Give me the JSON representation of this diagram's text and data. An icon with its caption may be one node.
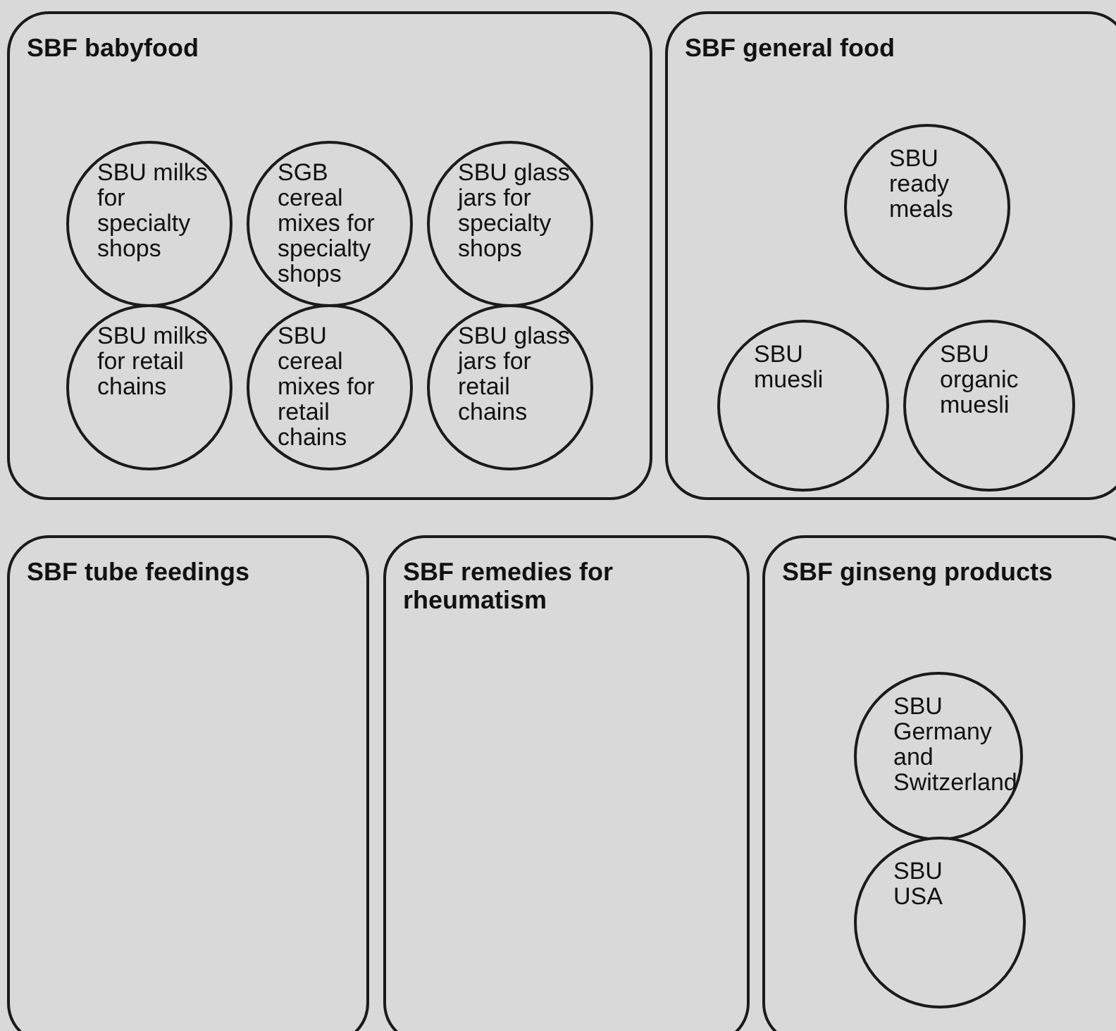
{
  "diagram": {
    "nodes": [
      {
        "text": [
          "SBF babyfood"
        ]
      },
      {
        "text": [
          "SBU milks for specialty shops"
        ],
        "in": 0
      },
      {
        "text": [
          "SGB cereal mixes for specialty shops"
        ],
        "in": 0
      },
      {
        "text": [
          "SBU glass jars for specialty shops"
        ],
        "in": 0
      },
      {
        "text": [
          "SBU milks for retail chains"
        ],
        "in": 0
      },
      {
        "text": [
          "SBU cereal mixes for retail chains"
        ],
        "in": 0
      },
      {
        "text": [
          "SBU glass jars for retail chains"
        ],
        "in": 0
      },
      {
        "text": [
          "SBF general food"
        ]
      },
      {
        "text": [
          "SBU ready meals"
        ],
        "in": 7
      },
      {
        "text": [
          "SBU muesli"
        ],
        "in": 7
      },
      {
        "text": [
          "SBU organic muesli"
        ],
        "in": 7
      },
      {
        "text": [
          "SBF tube feedings"
        ]
      },
      {
        "text": [
          "SBF remedies for rheumatism"
        ]
      },
      {
        "text": [
          "SBF ginseng products"
        ]
      },
      {
        "text": [
          "SBU Germany and Switzerland"
        ],
        "in": 13
      },
      {
        "text": [
          "SBU USA"
        ],
        "in": 13
      }
    ]
  }
}
